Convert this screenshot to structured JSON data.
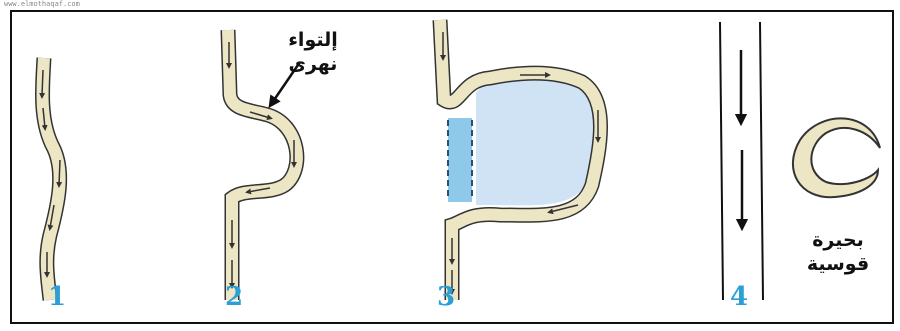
{
  "colors": {
    "channel_fill": "#ece6c4",
    "channel_stroke": "#333333",
    "lake_fill": "#cfe3f5",
    "cutoff_fill": "#8ec9ea",
    "number_color": "#2aa0d6",
    "frame": "#111111"
  },
  "watermark": "www.elmothaqaf.com",
  "stages": [
    {
      "number": "1"
    },
    {
      "number": "2",
      "label_line1": "إلتواء",
      "label_line2": "نهرى"
    },
    {
      "number": "3"
    },
    {
      "number": "4",
      "label_line1": "بحيرة",
      "label_line2": "قوسية"
    }
  ]
}
